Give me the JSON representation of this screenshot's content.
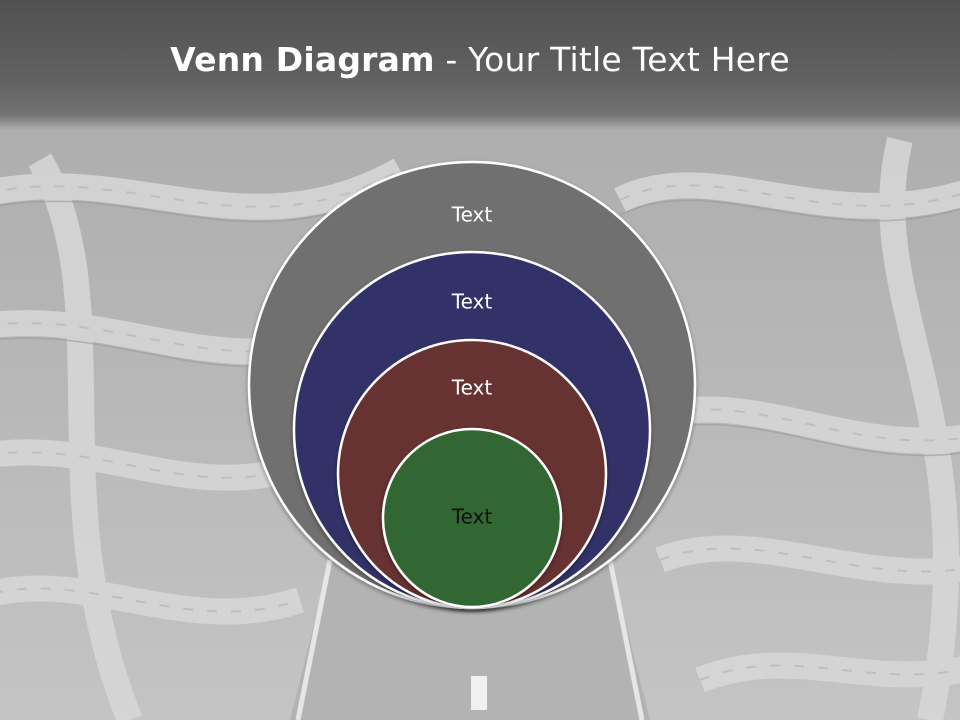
{
  "slide": {
    "title_bold": "Venn Diagram",
    "title_rest": " - Your Title Text Here"
  },
  "diagram": {
    "circles": [
      {
        "label": "Text",
        "color": "#6f6f6f"
      },
      {
        "label": "Text",
        "color": "#323168"
      },
      {
        "label": "Text",
        "color": "#663131"
      },
      {
        "label": "Text",
        "color": "#336633"
      }
    ]
  },
  "colors": {
    "title_bar": "#555555",
    "title_text": "#ffffff",
    "circle_stroke": "#ffffff"
  }
}
